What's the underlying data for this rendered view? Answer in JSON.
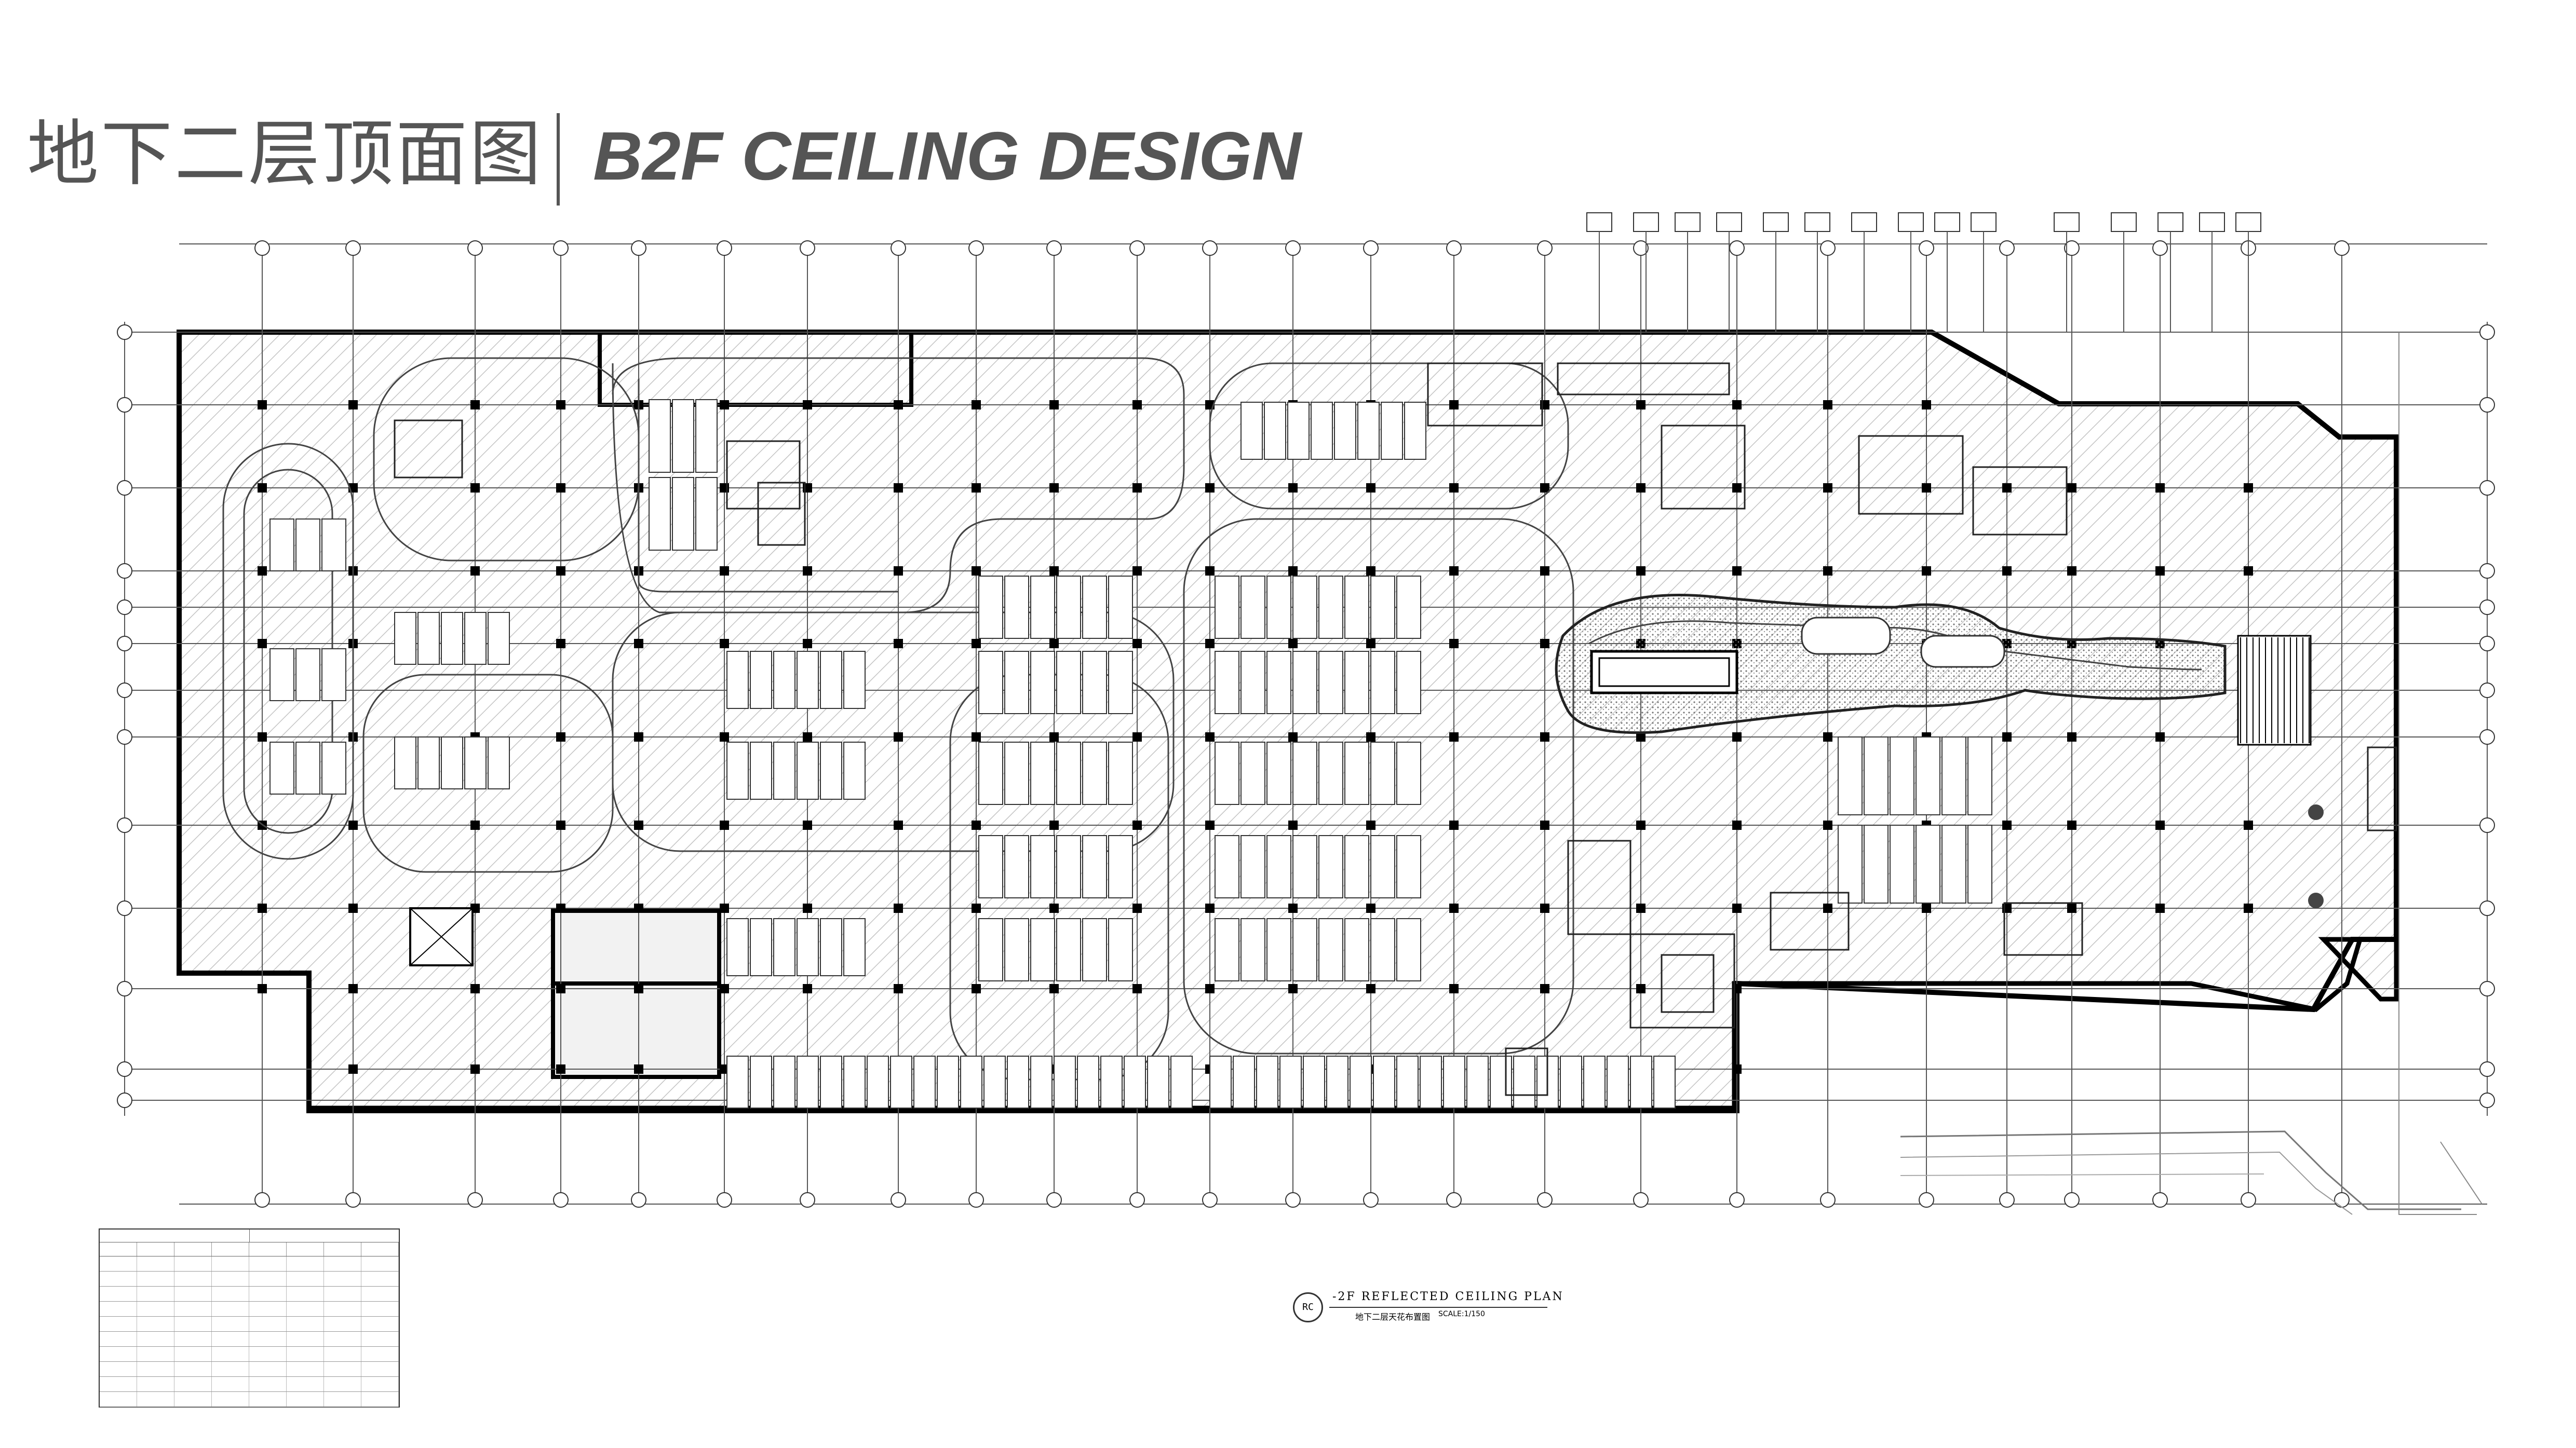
{
  "header": {
    "title_cn": "地下二层顶面图",
    "title_en": "B2F CEILING DESIGN"
  },
  "plan_title": {
    "symbol": "RC",
    "name_en": "-2F REFLECTED CEILING PLAN",
    "name_cn": "地下二层天花布置图",
    "scale": "SCALE:1/150"
  },
  "colors": {
    "title_gray": "#555555",
    "line": "#000000",
    "hatch": "#b8b8b8"
  }
}
